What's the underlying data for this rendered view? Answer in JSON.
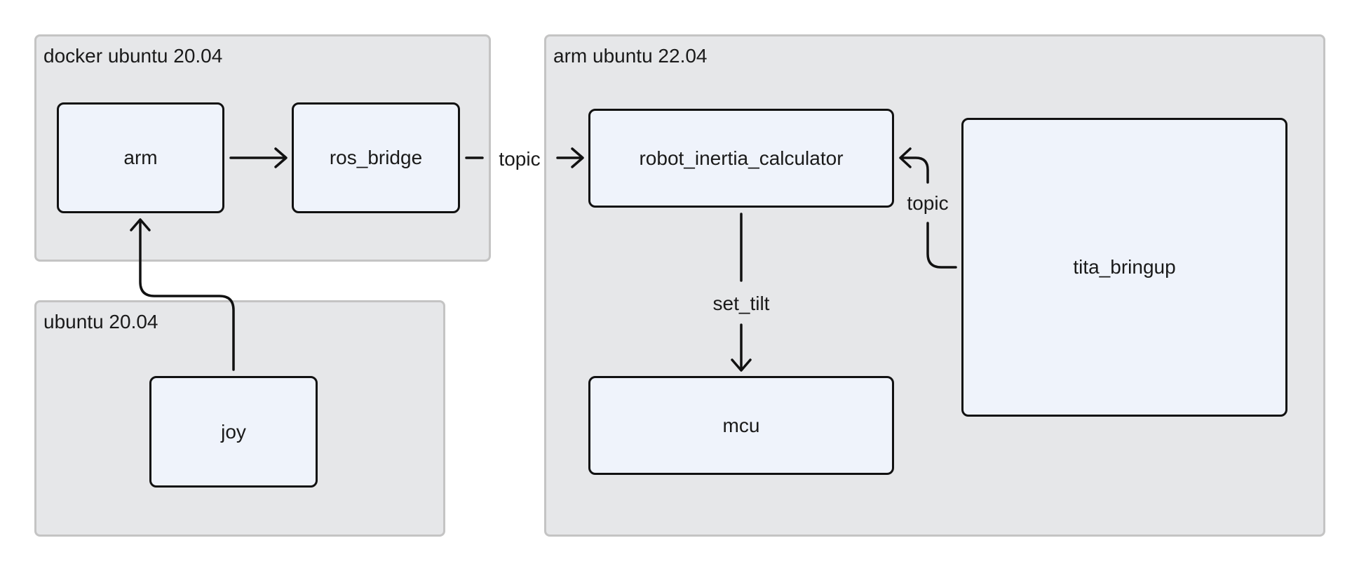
{
  "groups": {
    "docker": {
      "title": "docker ubuntu 20.04"
    },
    "ubuntu": {
      "title": "ubuntu 20.04"
    },
    "arm_ubuntu": {
      "title": "arm ubuntu 22.04"
    }
  },
  "nodes": {
    "arm": "arm",
    "ros_bridge": "ros_bridge",
    "joy": "joy",
    "robot_inertia_calculator": "robot_inertia_calculator",
    "mcu": "mcu",
    "tita_bringup": "tita_bringup"
  },
  "edges": {
    "bridge_to_calculator": "topic",
    "calculator_to_mcu": "set_tilt",
    "bringup_to_calculator": "topic"
  }
}
